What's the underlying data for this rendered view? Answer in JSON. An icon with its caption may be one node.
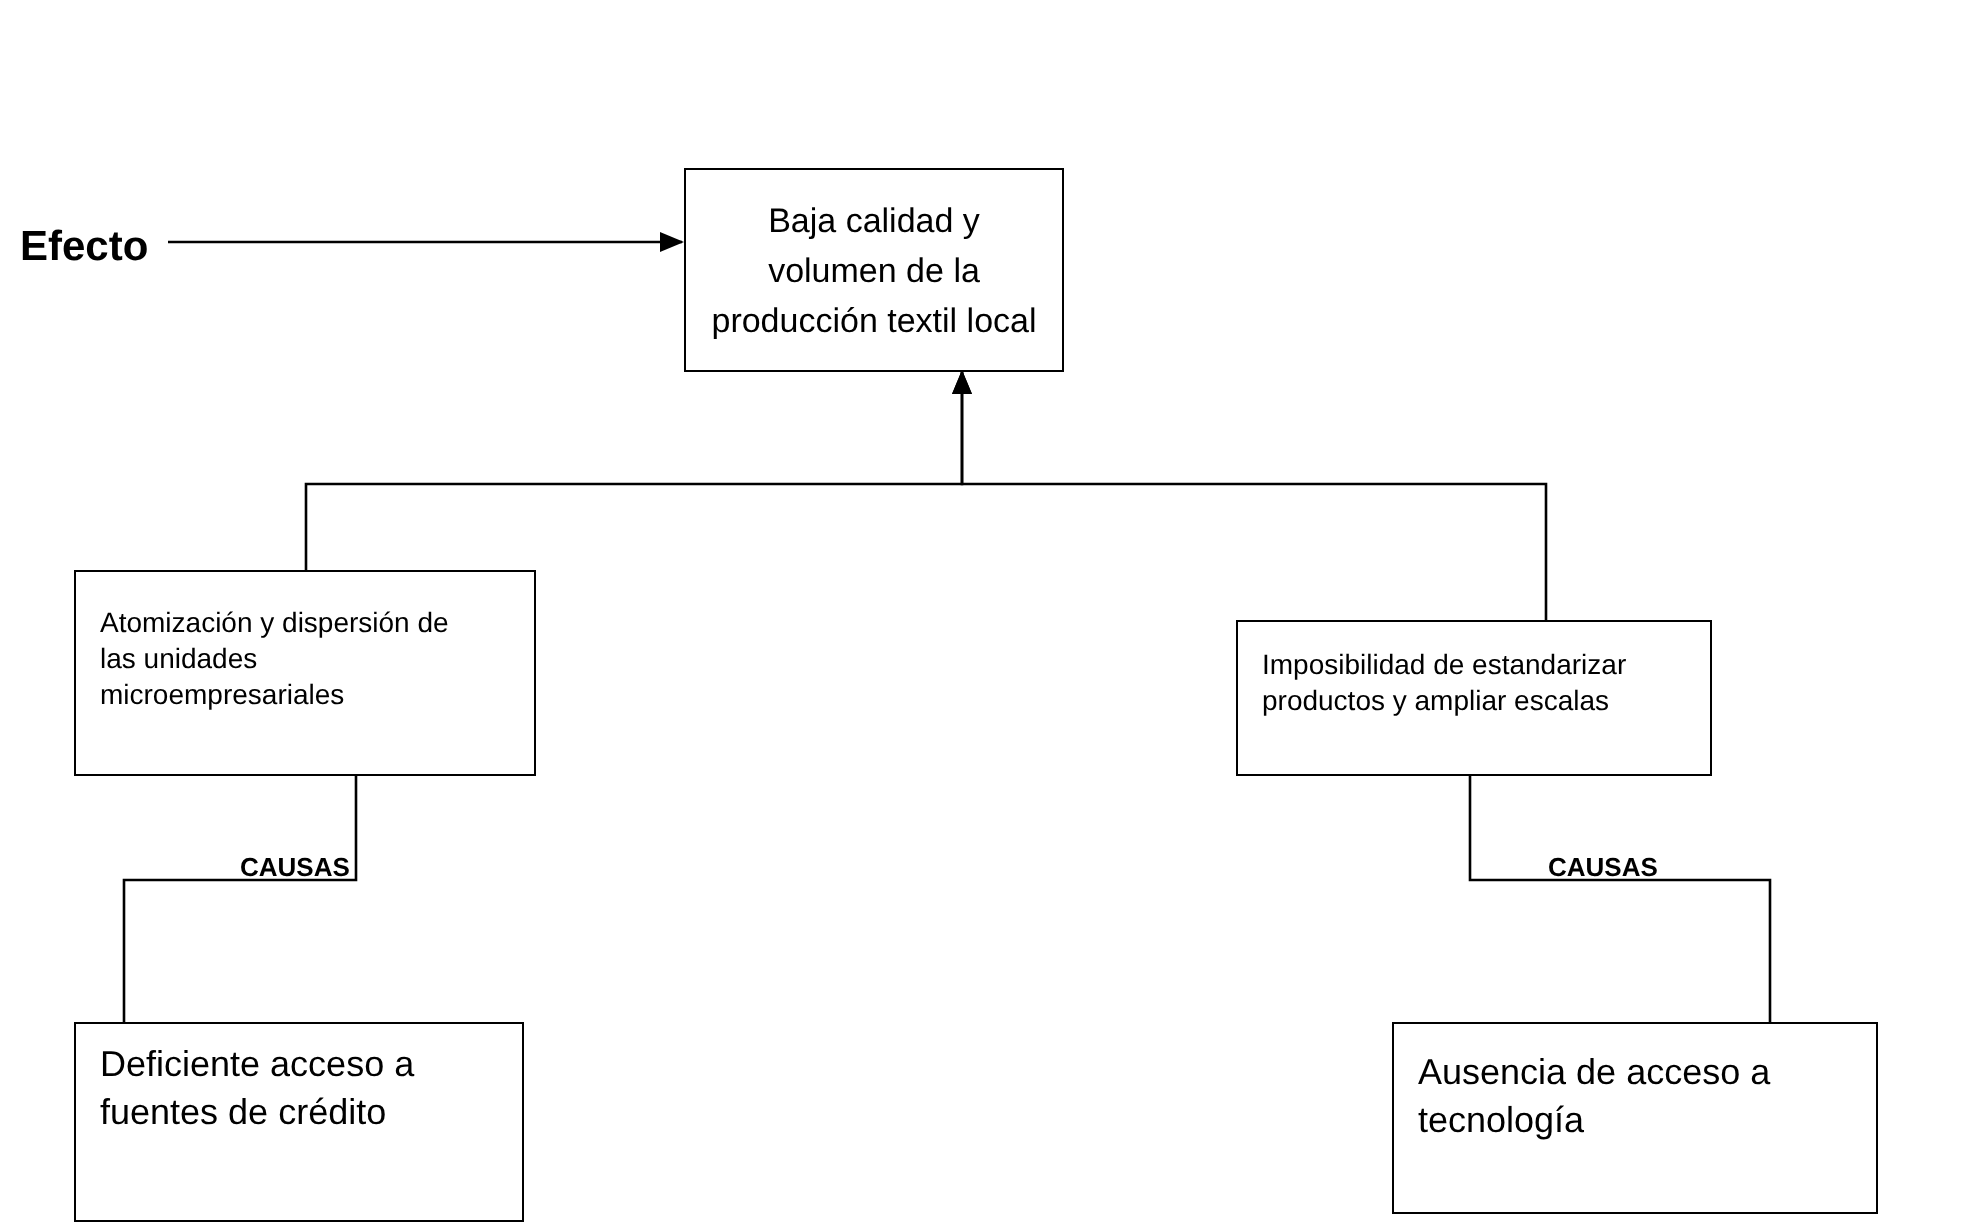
{
  "diagram": {
    "nodes": [
      {
        "text": [
          "Efecto"
        ]
      },
      {
        "text": [
          "Baja calidad y volumen de la producción textil local"
        ]
      },
      {
        "text": [
          "Atomización y dispersión de las unidades microempresariales"
        ]
      },
      {
        "text": [
          "Imposibilidad de estandarizar productos y ampliar escalas"
        ]
      },
      {
        "text": [
          "Deficiente acceso a fuentes de crédito"
        ]
      },
      {
        "text": [
          "Ausencia de acceso a tecnología"
        ]
      }
    ],
    "edges": [
      {
        "from": 0,
        "to": 1,
        "arrow": "to"
      },
      {
        "from": 2,
        "to": 1,
        "arrow": "to"
      },
      {
        "from": 3,
        "to": 1,
        "arrow": "to"
      },
      {
        "from": 4,
        "to": 2,
        "arrow": "none"
      },
      {
        "from": 5,
        "to": 3,
        "arrow": "none"
      }
    ],
    "labels": [
      "CAUSAS",
      "CAUSAS"
    ]
  }
}
